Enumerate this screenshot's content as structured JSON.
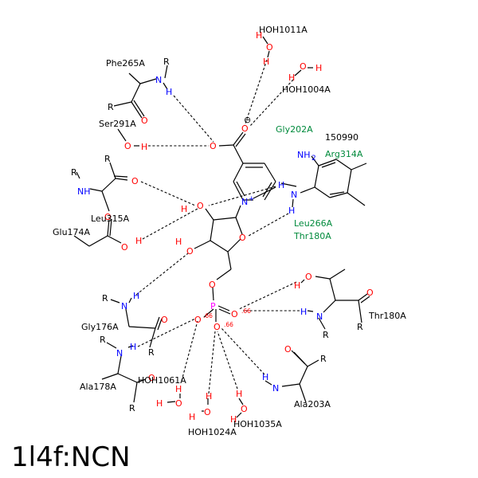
{
  "title": "1l4f:NCN",
  "atoms": {
    "H": "H",
    "O": "O",
    "N": "N",
    "R": "R",
    "P": "P",
    "NH": "NH",
    "NH2": "NH",
    "NH2_sub": "2",
    "Nplus": "N",
    "plus": "+",
    "minus": "⊖"
  },
  "residues": {
    "hoh1011": "HOH1011A",
    "hoh1004": "HOH1004A",
    "phe265": "Phe265A",
    "ser291": "Ser291A",
    "gly202": "Gly202A",
    "arg314": "Arg314A",
    "leu315": "Leu315A",
    "glu174": "Glu174A",
    "leu266": "Leu266A",
    "thr180_top": "Thr180A",
    "thr180": "Thr180A",
    "gly176": "Gly176A",
    "ala178": "Ala178A",
    "hoh1061": "HOH1061A",
    "ala203": "Ala203A",
    "hoh1024": "HOH1024A",
    "hoh1035": "HOH1035A"
  },
  "labels": {
    "ligand_id": "150990"
  },
  "distances": {
    "d1": ".66",
    "d2": ".66",
    "d3": ".66"
  }
}
